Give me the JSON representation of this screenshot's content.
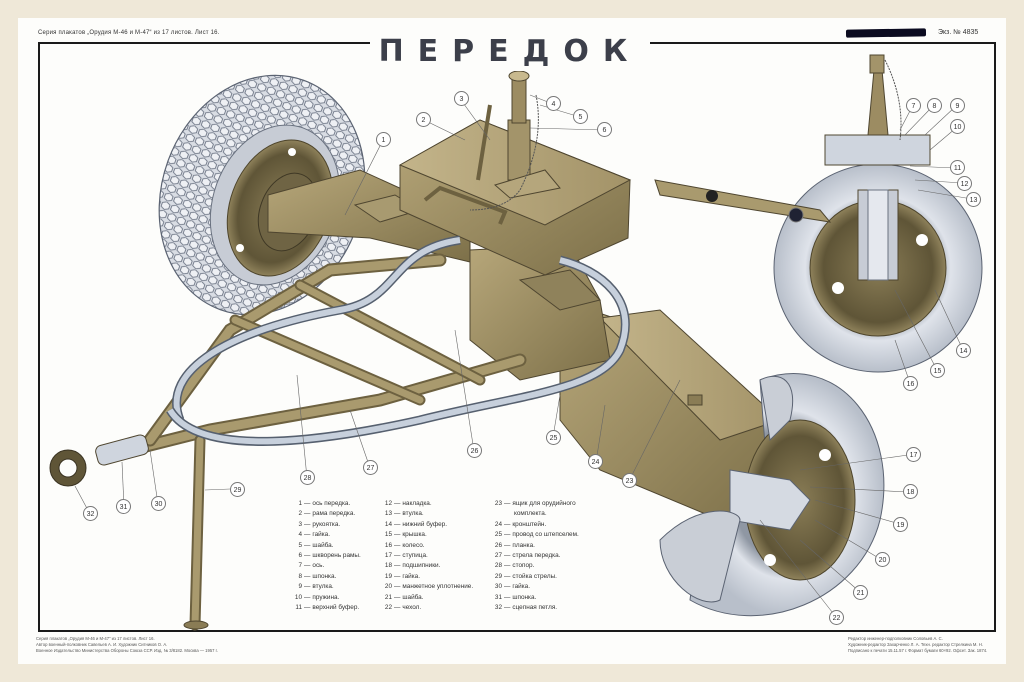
{
  "poster": {
    "series_header": "Серия плакатов „Орудия М-46 и М-47“ из 17 листов. Лист 16.",
    "copy_number": "Экз. № 4835",
    "title": "ПЕРЕДОК",
    "colors": {
      "background": "#efe8d8",
      "paper": "#fdfdfb",
      "olive_metal": "#9c8c62",
      "olive_dark": "#6d6140",
      "tire_grey": "#c9cfd8",
      "cable": "#b8c3d2",
      "title_ink": "#3c3f4a"
    }
  },
  "callouts": [
    "1",
    "2",
    "3",
    "4",
    "5",
    "6",
    "7",
    "8",
    "9",
    "10",
    "11",
    "12",
    "13",
    "14",
    "15",
    "16",
    "17",
    "18",
    "19",
    "20",
    "21",
    "22",
    "23",
    "24",
    "25",
    "26",
    "27",
    "28",
    "29",
    "30",
    "31",
    "32"
  ],
  "legend": {
    "col1": [
      {
        "num": "1",
        "text": "ось передка."
      },
      {
        "num": "2",
        "text": "рама передка."
      },
      {
        "num": "3",
        "text": "рукоятка."
      },
      {
        "num": "4",
        "text": "гайка."
      },
      {
        "num": "5",
        "text": "шайба."
      },
      {
        "num": "6",
        "text": "шкворень рамы."
      },
      {
        "num": "7",
        "text": "ось."
      },
      {
        "num": "8",
        "text": "шпонка."
      },
      {
        "num": "9",
        "text": "втулка."
      },
      {
        "num": "10",
        "text": "пружина."
      },
      {
        "num": "11",
        "text": "верхний буфер."
      }
    ],
    "col2": [
      {
        "num": "12",
        "text": "накладка."
      },
      {
        "num": "13",
        "text": "втулка."
      },
      {
        "num": "14",
        "text": "нижний буфер."
      },
      {
        "num": "15",
        "text": "крышка."
      },
      {
        "num": "16",
        "text": "колесо."
      },
      {
        "num": "17",
        "text": "ступица."
      },
      {
        "num": "18",
        "text": "подшипники."
      },
      {
        "num": "19",
        "text": "гайка."
      },
      {
        "num": "20",
        "text": "манжетное уплотнение."
      },
      {
        "num": "21",
        "text": "шайба."
      },
      {
        "num": "22",
        "text": "чехол."
      }
    ],
    "col3": [
      {
        "num": "23",
        "text": "ящик для орудийного",
        "cont": "комплекта."
      },
      {
        "num": "24",
        "text": "кронштейн."
      },
      {
        "num": "25",
        "text": "провод со штепселем."
      },
      {
        "num": "26",
        "text": "планка."
      },
      {
        "num": "27",
        "text": "стрела передка."
      },
      {
        "num": "28",
        "text": "стопор."
      },
      {
        "num": "29",
        "text": "стойка стрелы."
      },
      {
        "num": "30",
        "text": "гайка."
      },
      {
        "num": "31",
        "text": "шпонка."
      },
      {
        "num": "32",
        "text": "сцепная петля."
      }
    ]
  },
  "colophon": {
    "left": [
      "Серия плакатов „Орудия М-46 и М-47“ из 17 листов. Лист 16.",
      "Автор военный-полковник Савельев А. И. Художник Ситников О. А.",
      "Военное Издательство Министерства Обороны Союза ССР. Изд. № 3/8182. Москва — 1957 г."
    ],
    "right": [
      "Редактор инженер-подполковник Соловьев А. С.",
      "Художник-редактор Захарченко Л. А. Техн. редактор Стрелкина М. Н.",
      "Подписано к печати 15.11.57 г. Формат бумаги 60×92. Офсет. Зак. 1874."
    ]
  }
}
